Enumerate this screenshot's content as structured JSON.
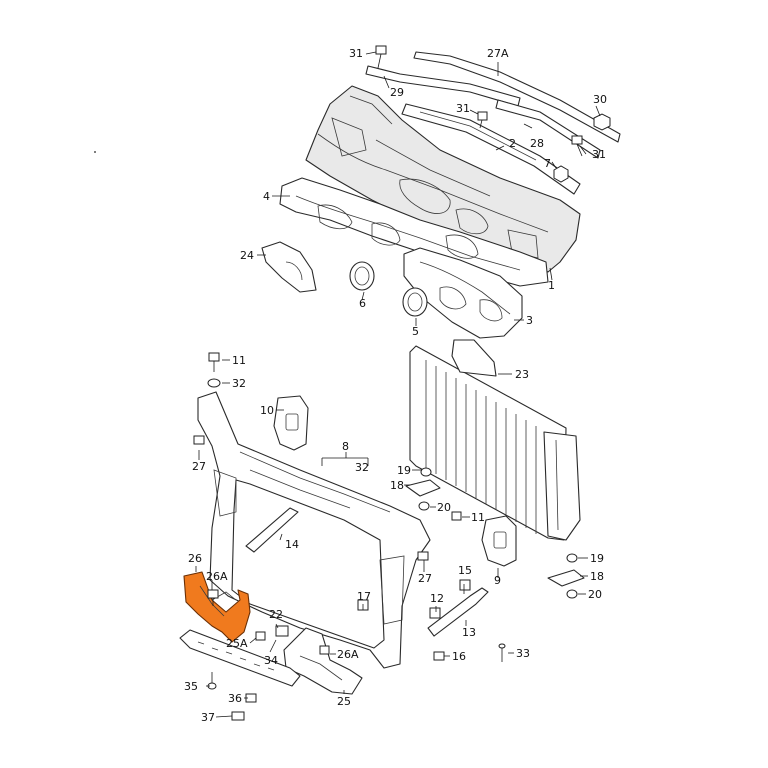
{
  "diagram": {
    "highlight_color": "#f07a1e",
    "callouts": {
      "c1": "1",
      "c2": "2",
      "c3": "3",
      "c4": "4",
      "c5": "5",
      "c6": "6",
      "c7": "7",
      "c8": "8",
      "c9": "9",
      "c10": "10",
      "c11a": "11",
      "c11b": "11",
      "c12": "12",
      "c13": "13",
      "c14": "14",
      "c15": "15",
      "c16": "16",
      "c17": "17",
      "c18a": "18",
      "c18b": "18",
      "c19a": "19",
      "c19b": "19",
      "c20a": "20",
      "c20b": "20",
      "c22": "22",
      "c23": "23",
      "c24": "24",
      "c25": "25",
      "c25a": "25A",
      "c26": "26",
      "c26a1": "26A",
      "c26a2": "26A",
      "c27a": "27",
      "c27b": "27",
      "c27A": "27A",
      "c28": "28",
      "c29": "29",
      "c30": "30",
      "c31a": "31",
      "c31b": "31",
      "c31c": "31",
      "c32a": "32",
      "c32b": "32",
      "c33": "33",
      "c34": "34",
      "c35": "35",
      "c36": "36",
      "c37": "37"
    }
  }
}
